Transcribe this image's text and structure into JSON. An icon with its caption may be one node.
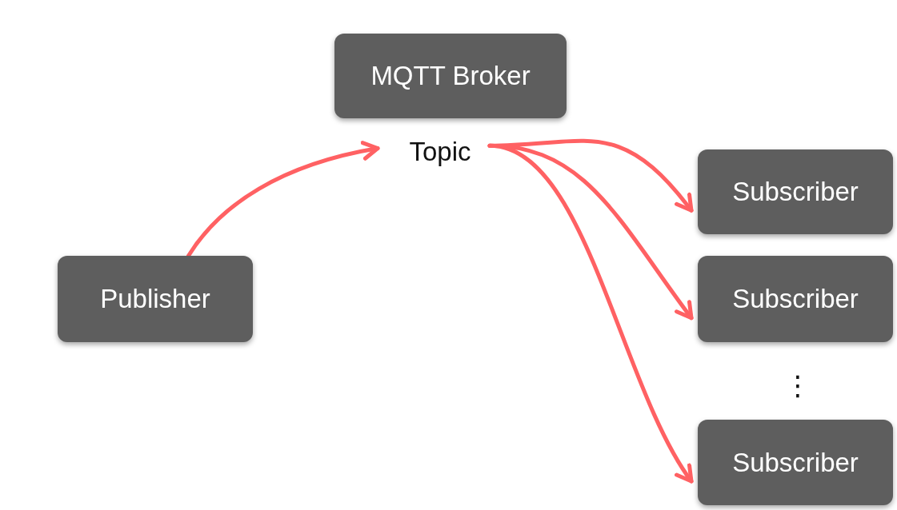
{
  "diagram": {
    "nodes": [
      {
        "text": [
          "MQTT Broker"
        ]
      },
      {
        "text": [
          "Topic"
        ]
      },
      {
        "text": [
          "Publisher"
        ]
      },
      {
        "text": [
          "Subscriber"
        ]
      },
      {
        "text": [
          "Subscriber"
        ]
      },
      {
        "text": [
          "Subscriber"
        ]
      }
    ],
    "edges": [
      {
        "from": 2,
        "to": 1,
        "arrow": "to"
      },
      {
        "from": 1,
        "to": 3,
        "arrow": "to"
      },
      {
        "from": 1,
        "to": 4,
        "arrow": "to"
      },
      {
        "from": 1,
        "to": 5,
        "arrow": "to"
      }
    ],
    "labels": [
      "⋮"
    ]
  }
}
